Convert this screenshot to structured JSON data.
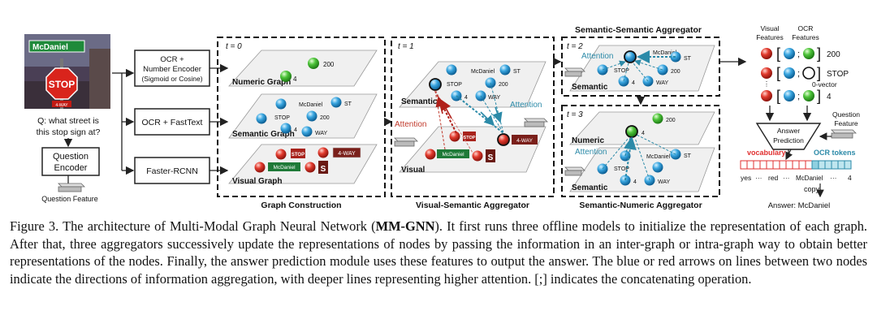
{
  "figure": {
    "image": {
      "street_sign": "McDaniel",
      "stop_sign": "STOP",
      "way_sign": "4-WAY",
      "question": [
        "Q: what street is",
        "this stop sign at?"
      ]
    },
    "question_encoder": [
      "Question",
      "Encoder"
    ],
    "question_feature": "Question Feature",
    "ocr_number_encoder": [
      "OCR +",
      "Number Encoder",
      "(Sigmoid or Cosine)"
    ],
    "ocr_fasttext": "OCR + FastText",
    "faster_rcnn": "Faster-RCNN",
    "graph_construction": {
      "t_label": "t = 0",
      "numeric_graph": "Numeric Graph",
      "semantic_graph": "Semantic Graph",
      "visual_graph": "Visual Graph",
      "num_200": "200",
      "num_4": "4",
      "tok_mcdaniel": "McDaniel",
      "tok_st": "ST",
      "tok_stop": "STOP",
      "tok_200": "200",
      "tok_4": "4",
      "tok_way": "WAY",
      "caption": "Graph Construction"
    },
    "visual_semantic": {
      "t_label": "t = 1",
      "semantic": "Semantic",
      "visual": "Visual",
      "attention_left": "Attention",
      "attention_right": "Attention",
      "tok_mcdaniel": "McDaniel",
      "tok_st": "ST",
      "tok_stop": "STOP",
      "tok_200": "200",
      "tok_4": "4",
      "tok_way": "WAY",
      "caption": "Visual-Semantic Aggregator"
    },
    "semantic_semantic": {
      "title": "Semantic-Semantic Aggregator",
      "t_label": "t = 2",
      "attention": "Attention",
      "semantic": "Semantic",
      "tok_mcdaniel": "McDaniel",
      "tok_st": "ST",
      "tok_stop": "STOP",
      "tok_200": "200",
      "tok_4": "4",
      "tok_way": "WAY"
    },
    "semantic_numeric": {
      "t_label": "t = 3",
      "numeric": "Numeric",
      "semantic": "Semantic",
      "attention": "Attention",
      "num_200": "200",
      "num_4": "4",
      "tok_mcdaniel": "McDaniel",
      "tok_st": "ST",
      "tok_stop": "STOP",
      "tok_4": "4",
      "tok_way": "WAY",
      "caption": "Semantic-Numeric Aggregator"
    },
    "answer": {
      "visual_features": [
        "Visual",
        "Features"
      ],
      "ocr_features": [
        "OCR",
        "Features"
      ],
      "row_200": "200",
      "row_stop": "STOP",
      "zero_vector": "0-vector",
      "row_4": "4",
      "question_feature": [
        "Question",
        "Feature"
      ],
      "answer_prediction": [
        "Answer",
        "Prediction"
      ],
      "vocabulary": "vocabulary",
      "ocr_tokens": "OCR tokens",
      "yes": "yes",
      "dots1": "···",
      "red": "red",
      "dots2": "···",
      "mcdaniel": "McDaniel",
      "dots3": "···",
      "four": "4",
      "copy": "copy",
      "answer_text": "Answer: McDaniel"
    }
  },
  "caption": {
    "prefix": "Figure 3. The architecture of Multi-Modal Graph Neural Network (",
    "bold": "MM-GNN",
    "suffix": "). It first runs three offline models to initialize the representation of each graph. After that, three aggregators successively update the representations of nodes by passing the information in an inter-graph or intra-graph way to obtain better representations of the nodes. Finally, the answer prediction module uses these features to output the answer. The blue or red arrows on lines between two nodes indicate the directions of information aggregation, with deeper lines representing higher attention. [;] indicates the concatenating operation."
  }
}
